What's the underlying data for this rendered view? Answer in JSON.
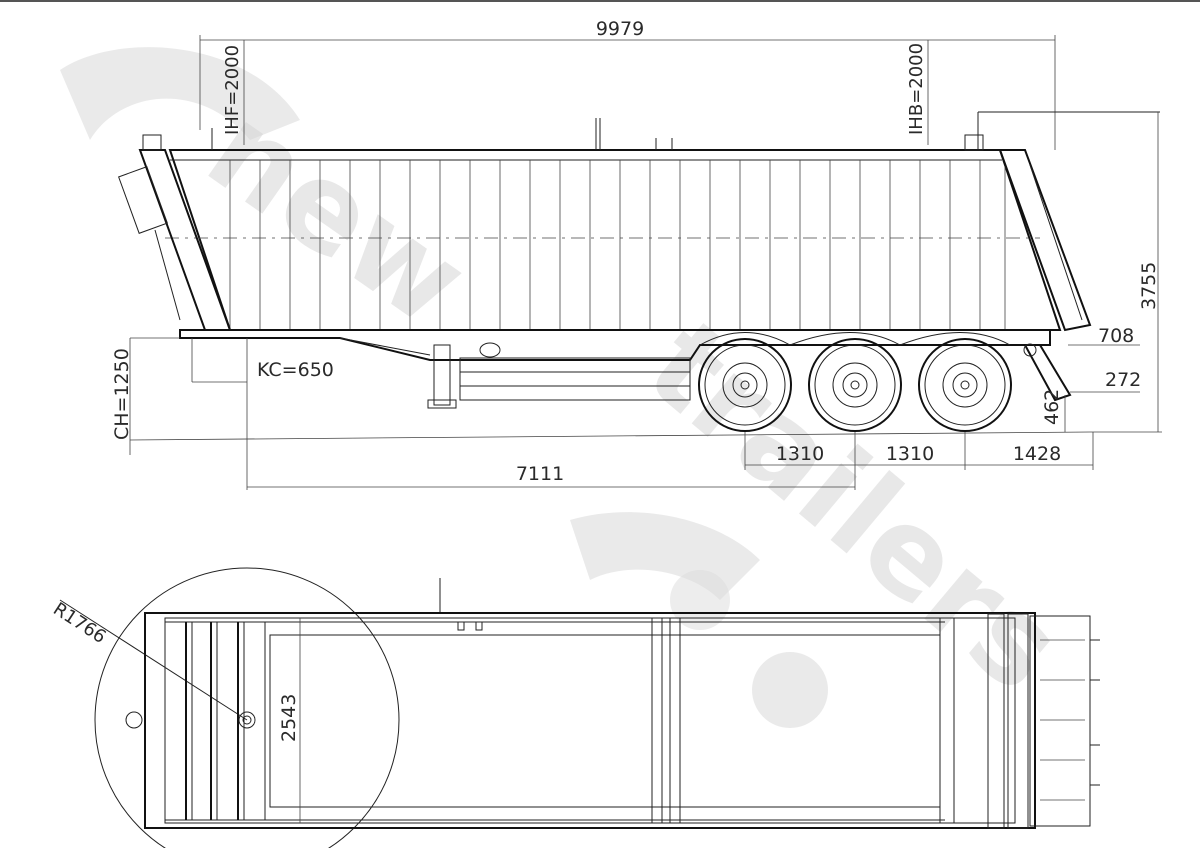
{
  "watermark": {
    "word1": "new",
    "word2": "trailers"
  },
  "side_view": {
    "overall_length": "9979",
    "front_insulation_height": "IHF=2000",
    "rear_insulation_height": "IHB=2000",
    "total_height": "3755",
    "rear_overhang_height": "708",
    "bumper_offset": "272",
    "bumper_height": "462",
    "coupling_height": "CH=1250",
    "kingpin_clearance": "KC=650",
    "axle_spacing_1": "1310",
    "axle_spacing_2": "1310",
    "rear_overhang": "1428",
    "kingpin_to_axle": "7111"
  },
  "top_view": {
    "swing_radius": "R1766",
    "overall_width": "2543"
  }
}
